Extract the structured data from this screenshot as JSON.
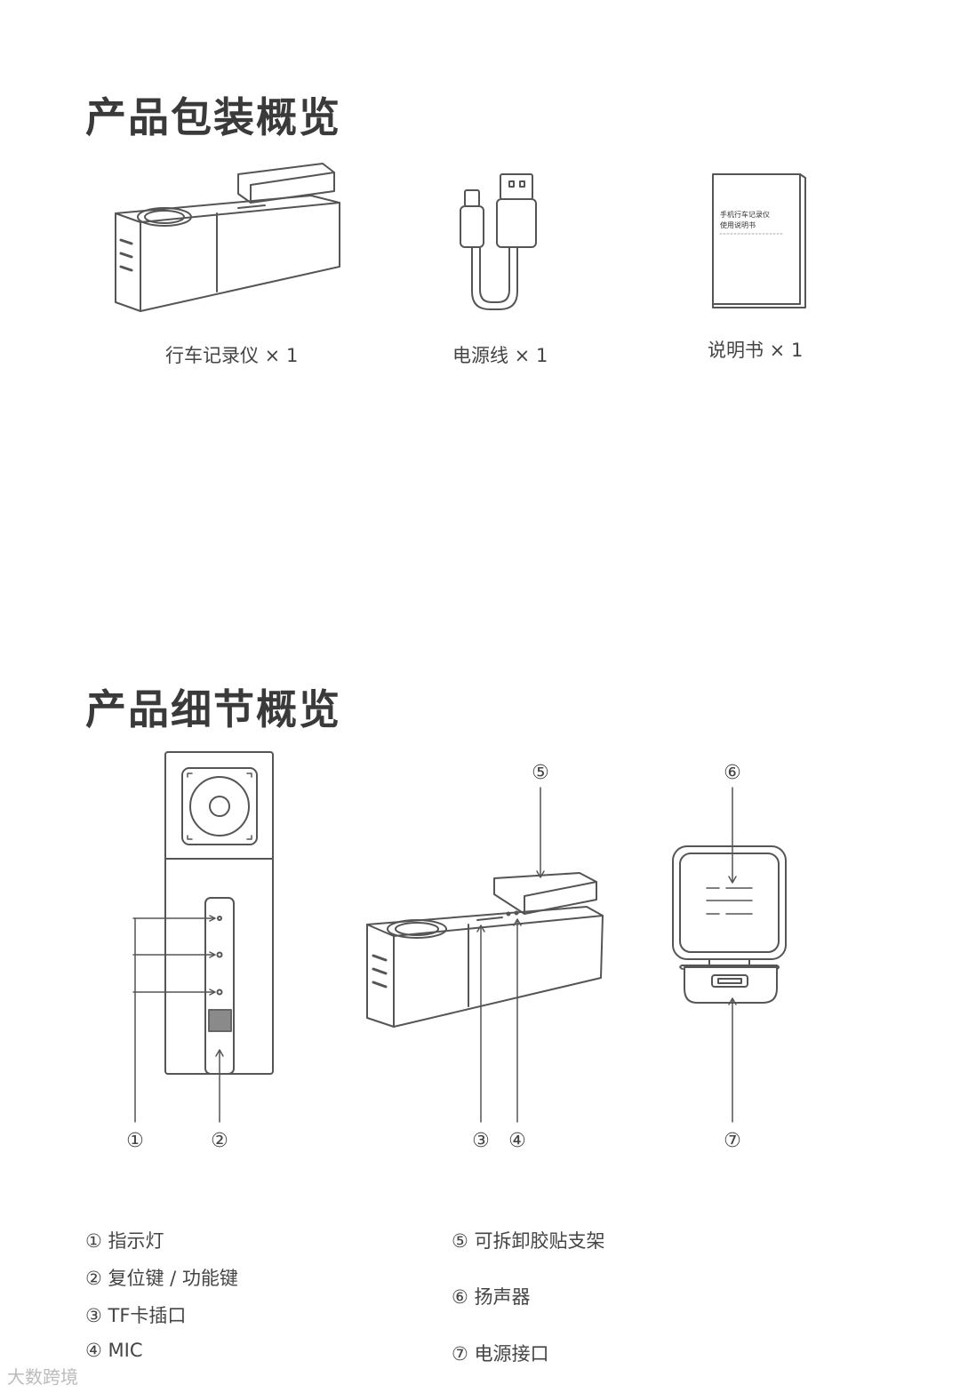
{
  "section1": {
    "title": "产品包装概览",
    "items": [
      {
        "caption": "行车记录仪 × 1"
      },
      {
        "caption": "电源线 × 1"
      },
      {
        "caption": "说明书 × 1"
      }
    ],
    "manual_cover": {
      "line1": "手机行车记录仪",
      "line2": "使用说明书"
    }
  },
  "section2": {
    "title": "产品细节概览",
    "callouts": [
      "①",
      "②",
      "③",
      "④",
      "⑤",
      "⑥",
      "⑦"
    ],
    "legend": [
      "① 指示灯",
      "② 复位键 / 功能键",
      "③ TF卡插口",
      "④ MIC",
      "⑤ 可拆卸胶贴支架",
      "⑥ 扬声器",
      "⑦ 电源接口"
    ]
  },
  "watermark": "大数跨境"
}
